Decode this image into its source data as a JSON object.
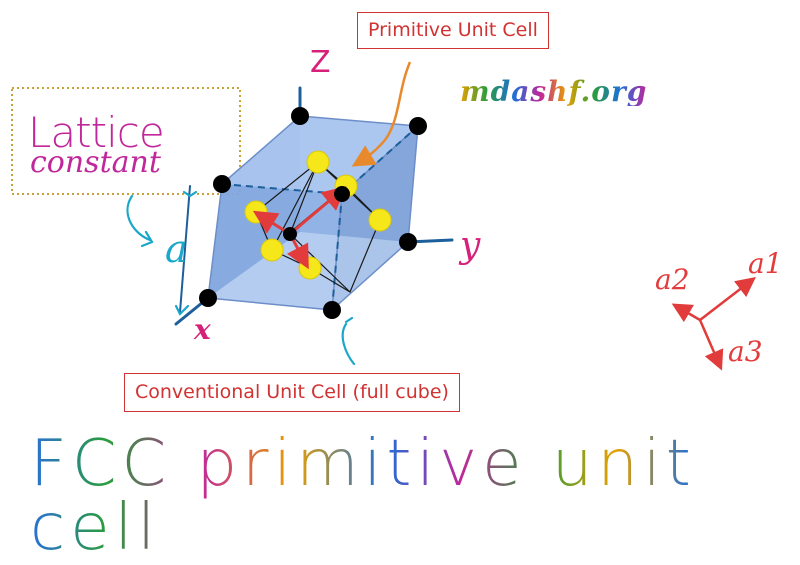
{
  "labels": {
    "primitive_unit_cell": "Primitive Unit Cell",
    "conventional_unit_cell": "Conventional Unit Cell (full cube)",
    "site": "mdashf.org",
    "lattice": "Lattice",
    "constant": "constant",
    "axis_z": "Z",
    "axis_y": "y",
    "axis_x": "x",
    "lattice_parameter": "a",
    "vector_a1": "a1",
    "vector_a2": "a2",
    "vector_a3": "a3",
    "title": "FCC primitive unit cell"
  },
  "colors": {
    "cube_fill": "#8fb3e8",
    "cube_dark": "#6f95d2",
    "label_red": "#d13232",
    "vector_red": "#e23b3b",
    "magenta": "#c0279a",
    "cyan": "#1ba7c9",
    "axis_blue": "#1c5f9b",
    "orange_arrow": "#e88a2b",
    "yellow_atom": "#f6e71a",
    "black_atom": "#000000"
  }
}
